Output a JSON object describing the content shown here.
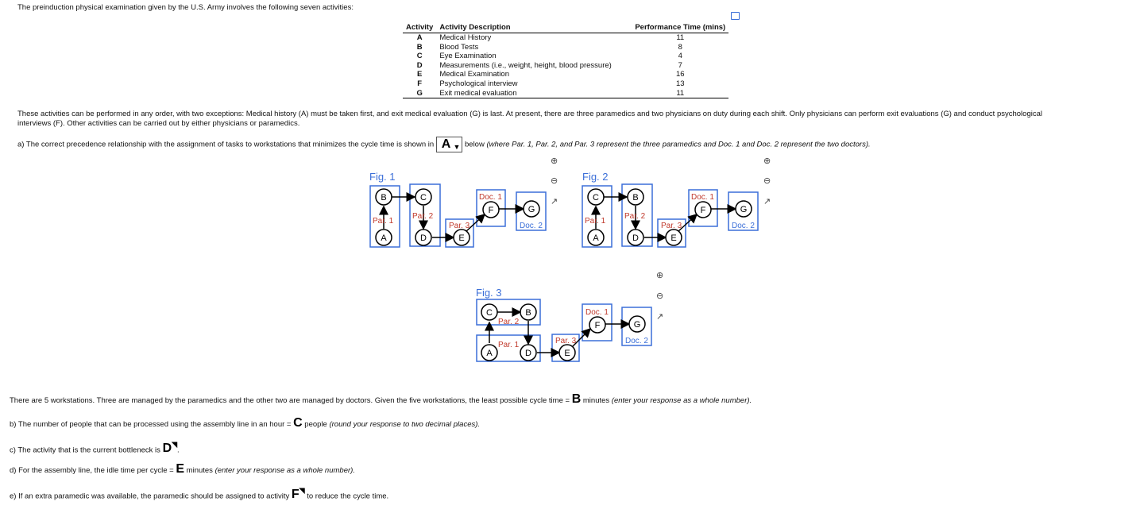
{
  "intro": "The preinduction physical examination given by the U.S. Army involves the following seven activities:",
  "table": {
    "headers": [
      "Activity",
      "Activity Description",
      "Performance Time (mins)"
    ],
    "rows": [
      [
        "A",
        "Medical History",
        "11"
      ],
      [
        "B",
        "Blood Tests",
        "8"
      ],
      [
        "C",
        "Eye Examination",
        "4"
      ],
      [
        "D",
        "Measurements (i.e., weight, height, blood pressure)",
        "7"
      ],
      [
        "E",
        "Medical Examination",
        "16"
      ],
      [
        "F",
        "Psychological interview",
        "13"
      ],
      [
        "G",
        "Exit medical evaluation",
        "11"
      ]
    ]
  },
  "constraints_line1": "These activities can be performed in any order, with two exceptions: Medical history (A) must be taken first, and exit medical evaluation (G) is last. At present, there are three paramedics and two physicians on duty during each shift. Only physicians can perform exit evaluations (G) and conduct psychological",
  "constraints_line2": "interviews (F). Other activities can be carried out by either physicians or paramedics.",
  "qa": {
    "prefix": "a) The correct precedence relationship with the assignment of tasks to workstations that minimizes the cycle time is shown in",
    "answer": "A",
    "mid": "below",
    "italic": "(where Par. 1, Par. 2, and Par. 3 represent the three paramedics and Doc. 1 and Doc. 2 represent the two doctors)."
  },
  "figures": {
    "fig1": "Fig. 1",
    "fig2": "Fig. 2",
    "fig3": "Fig. 3",
    "nodes": {
      "A": "A",
      "B": "B",
      "C": "C",
      "D": "D",
      "E": "E",
      "F": "F",
      "G": "G"
    },
    "labels": {
      "par1": "Par. 1",
      "par2": "Par. 2",
      "par3": "Par. 3",
      "doc1": "Doc. 1",
      "doc2": "Doc. 2"
    }
  },
  "workstations": {
    "text": "There are 5 workstations. Three are managed by the paramedics and the other two are managed by doctors. Given the five workstations, the least possible cycle time =",
    "answer": "B",
    "suffix": "minutes",
    "italic": "(enter your response as a whole number)."
  },
  "qb": {
    "prefix": "b) The number of people that can be processed using the assembly line in an hour =",
    "answer": "C",
    "suffix": "people",
    "italic": "(round your response to two decimal places)."
  },
  "qc": {
    "prefix": "c) The activity that is the current bottleneck is",
    "answer": "D",
    "suffix": "."
  },
  "qd": {
    "prefix": "d) For the assembly line, the idle time per cycle =",
    "answer": "E",
    "suffix": "minutes",
    "italic": "(enter your response as a whole number)."
  },
  "qe": {
    "prefix": "e) If an extra paramedic was available, the paramedic should be assigned to activity",
    "answer": "F",
    "suffix": "to reduce the cycle time."
  },
  "colors": {
    "box": "#3b6fd8",
    "fig_title": "#3b6fd8",
    "role_label": "#c0392b",
    "doc_label": "#c0392b"
  }
}
